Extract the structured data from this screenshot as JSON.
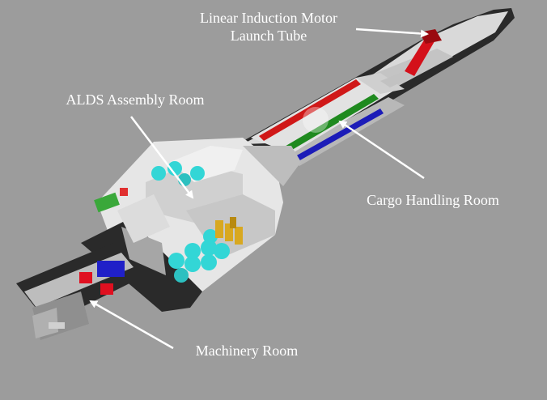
{
  "diagram": {
    "labels": {
      "launch_tube_line1": "Linear Induction Motor",
      "launch_tube_line2": "Launch Tube",
      "alds_room": "ALDS Assembly Room",
      "cargo_room": "Cargo Handling Room",
      "machinery_room": "Machinery Room"
    },
    "colors": {
      "background": "#9c9c9c",
      "hull_dark": "#2a2a2a",
      "hull_light": "#d8d8d8",
      "launch_tube": "#d4101a",
      "cargo_red": "#d01818",
      "cargo_green": "#1f8a1f",
      "cargo_blue": "#1c1cb8",
      "spheres": "#33d6d6",
      "crates": "#d8a820",
      "machinery_red": "#e01020",
      "machinery_blue": "#2020c8",
      "label_text": "#ffffff",
      "arrow": "#ffffff"
    }
  }
}
